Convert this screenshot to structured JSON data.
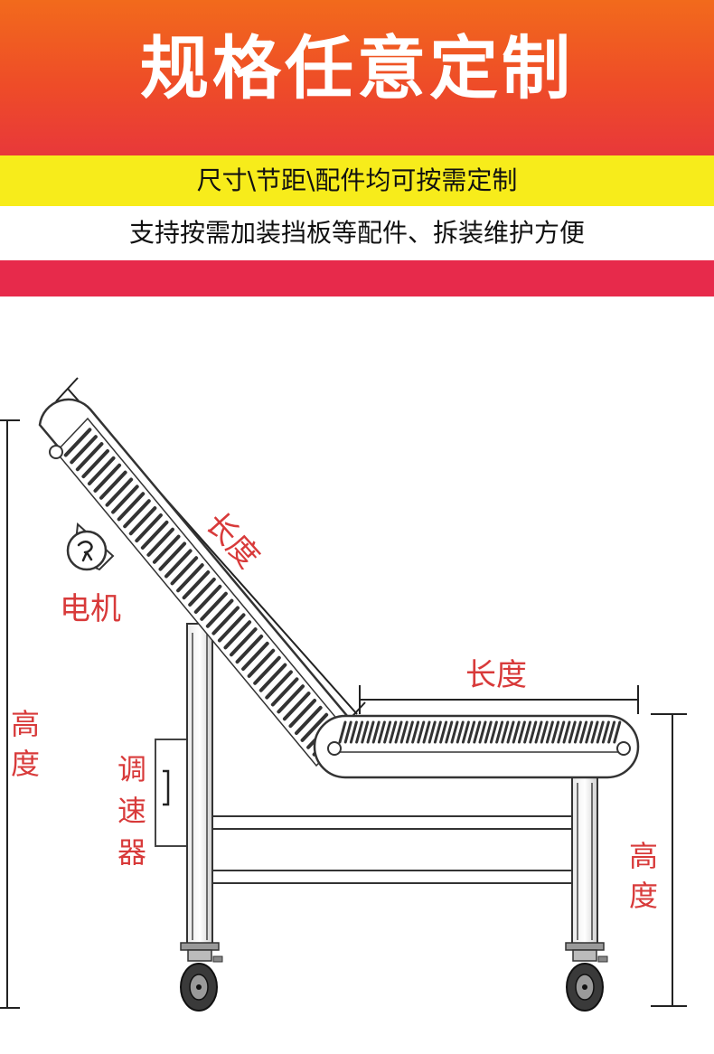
{
  "banner": {
    "title": "规格任意定制",
    "subtitle": "尺寸\\节距\\配件均可按需定制",
    "description": "支持按需加装挡板等配件、拆装维护方便",
    "colors": {
      "title_background": "#ee4c28",
      "subtitle_background": "#f7ec1b",
      "accent_bar": "#e72a4b"
    }
  },
  "diagram": {
    "label_color": "#d83a3a",
    "labels": {
      "incline_length": "长度",
      "flat_length": "长度",
      "motor": "电机",
      "total_height": "高度",
      "speed_controller": "调速器",
      "flat_height": "高度"
    }
  }
}
